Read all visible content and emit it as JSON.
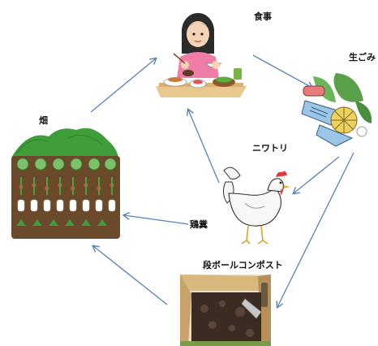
{
  "labels": {
    "meal": "食事",
    "food_waste": "生ごみ",
    "chicken": "ニワトリ",
    "field": "畑",
    "chicken_manure": "鶏糞",
    "cardboard_compost": "段ボールコンポスト"
  },
  "icons": {
    "meal": "woman-eating-meal-illustration",
    "food_waste": "food-scraps-illustration",
    "chicken": "chicken-illustration",
    "field": "vegetable-field-illustration",
    "compost": "cardboard-compost-box-photo"
  },
  "colors": {
    "arrow": "#5a82b8",
    "soil": "#6b4a2c",
    "grass": "#3f9e3a",
    "cardboard": "#c9a26b"
  }
}
